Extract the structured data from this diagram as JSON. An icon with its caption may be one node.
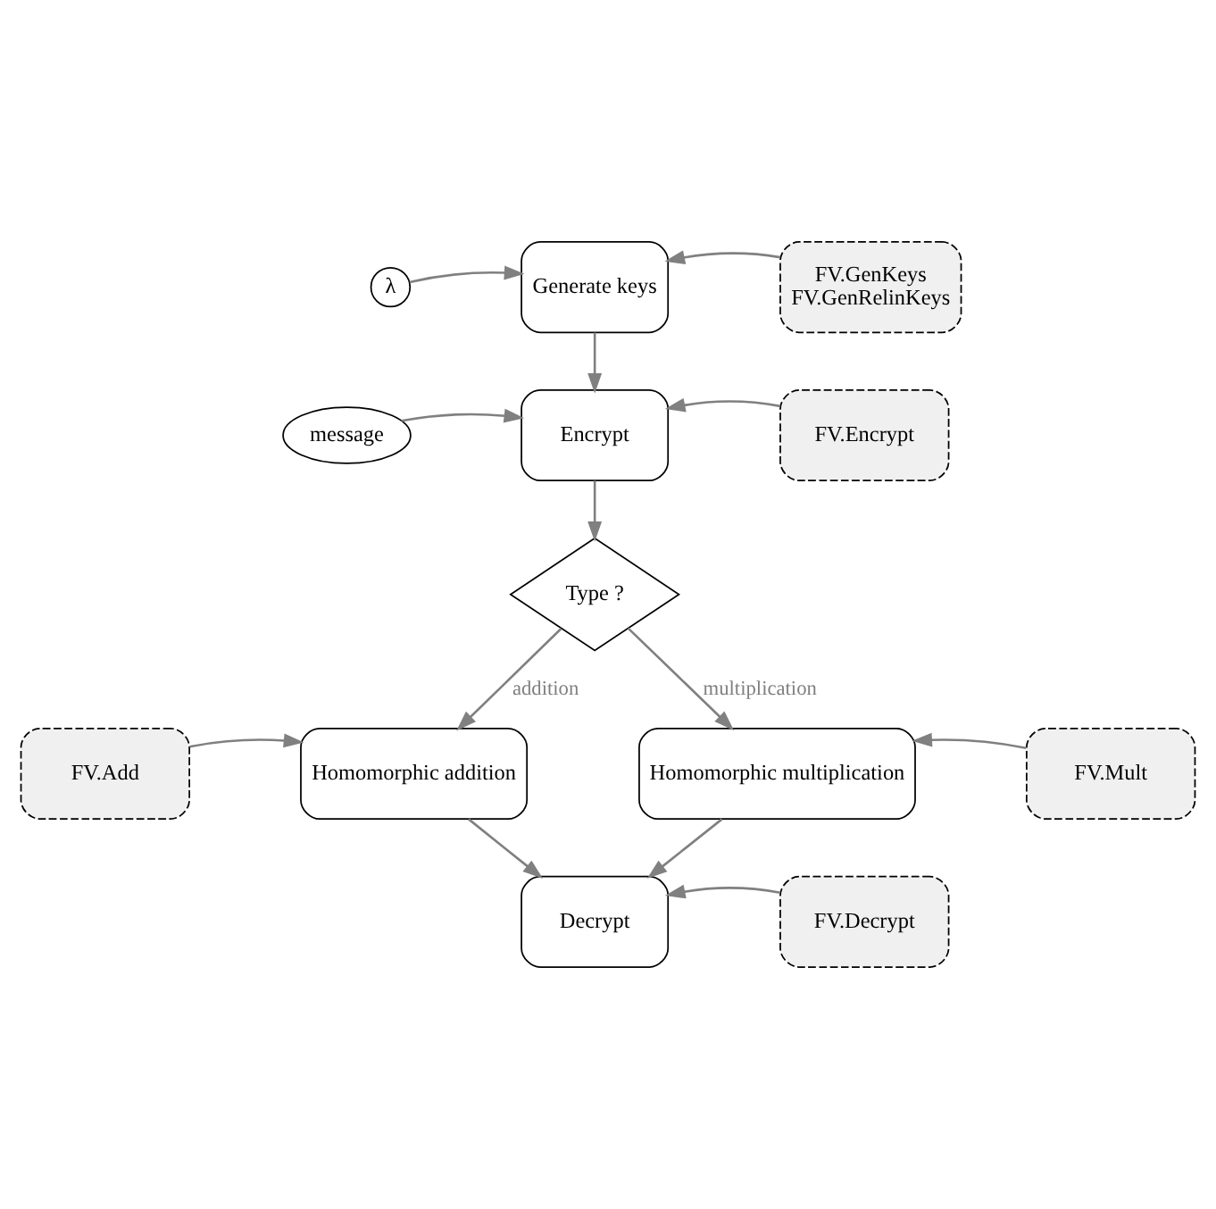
{
  "diagram": {
    "nodes": [
      {
        "text": [
          "λ"
        ]
      },
      {
        "text": [
          "Generate keys"
        ]
      },
      {
        "text": [
          "FV.GenKeys",
          "FV.GenRelinKeys"
        ]
      },
      {
        "text": [
          "message"
        ]
      },
      {
        "text": [
          "Encrypt"
        ]
      },
      {
        "text": [
          "FV.Encrypt"
        ]
      },
      {
        "text": [
          "Type ?"
        ]
      },
      {
        "text": [
          "FV.Add"
        ]
      },
      {
        "text": [
          "Homomorphic addition"
        ]
      },
      {
        "text": [
          "Homomorphic multiplication"
        ]
      },
      {
        "text": [
          "FV.Mult"
        ]
      },
      {
        "text": [
          "Decrypt"
        ]
      },
      {
        "text": [
          "FV.Decrypt"
        ]
      }
    ],
    "edges": [
      {
        "from": 0,
        "to": 1,
        "arrow": "to"
      },
      {
        "from": 2,
        "to": 1,
        "arrow": "to"
      },
      {
        "from": 1,
        "to": 4,
        "arrow": "to"
      },
      {
        "from": 3,
        "to": 4,
        "arrow": "to"
      },
      {
        "from": 5,
        "to": 4,
        "arrow": "to"
      },
      {
        "from": 4,
        "to": 6,
        "arrow": "to"
      },
      {
        "from": 6,
        "to": 8,
        "label": "addition",
        "arrow": "to"
      },
      {
        "from": 6,
        "to": 9,
        "label": "multiplication",
        "arrow": "to"
      },
      {
        "from": 7,
        "to": 8,
        "arrow": "to"
      },
      {
        "from": 10,
        "to": 9,
        "arrow": "to"
      },
      {
        "from": 8,
        "to": 11,
        "arrow": "to"
      },
      {
        "from": 9,
        "to": 11,
        "arrow": "to"
      },
      {
        "from": 12,
        "to": 11,
        "arrow": "to"
      }
    ]
  }
}
